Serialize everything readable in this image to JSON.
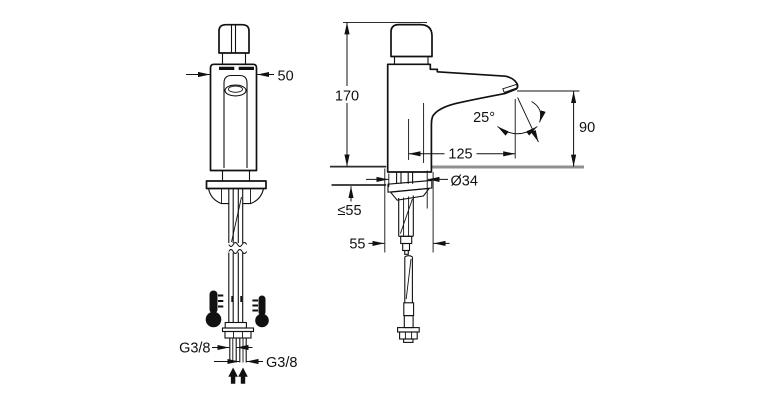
{
  "labels": {
    "front_width": "50",
    "total_height": "170",
    "spray_angle": "25°",
    "outlet_height": "90",
    "spout_reach": "125",
    "base_diameter": "Ø34",
    "max_deck_thickness": "≤55",
    "body_depth": "55",
    "supply_thread_left": "G3/8",
    "supply_thread_right": "G3/8"
  },
  "icons": {
    "left_supply": "thermometer-hot-icon",
    "right_supply": "thermometer-cold-icon",
    "flow": "flow-direction-up-arrows"
  },
  "colors": {
    "line": "#111111",
    "deck_line": "#909090",
    "background": "#ffffff"
  }
}
